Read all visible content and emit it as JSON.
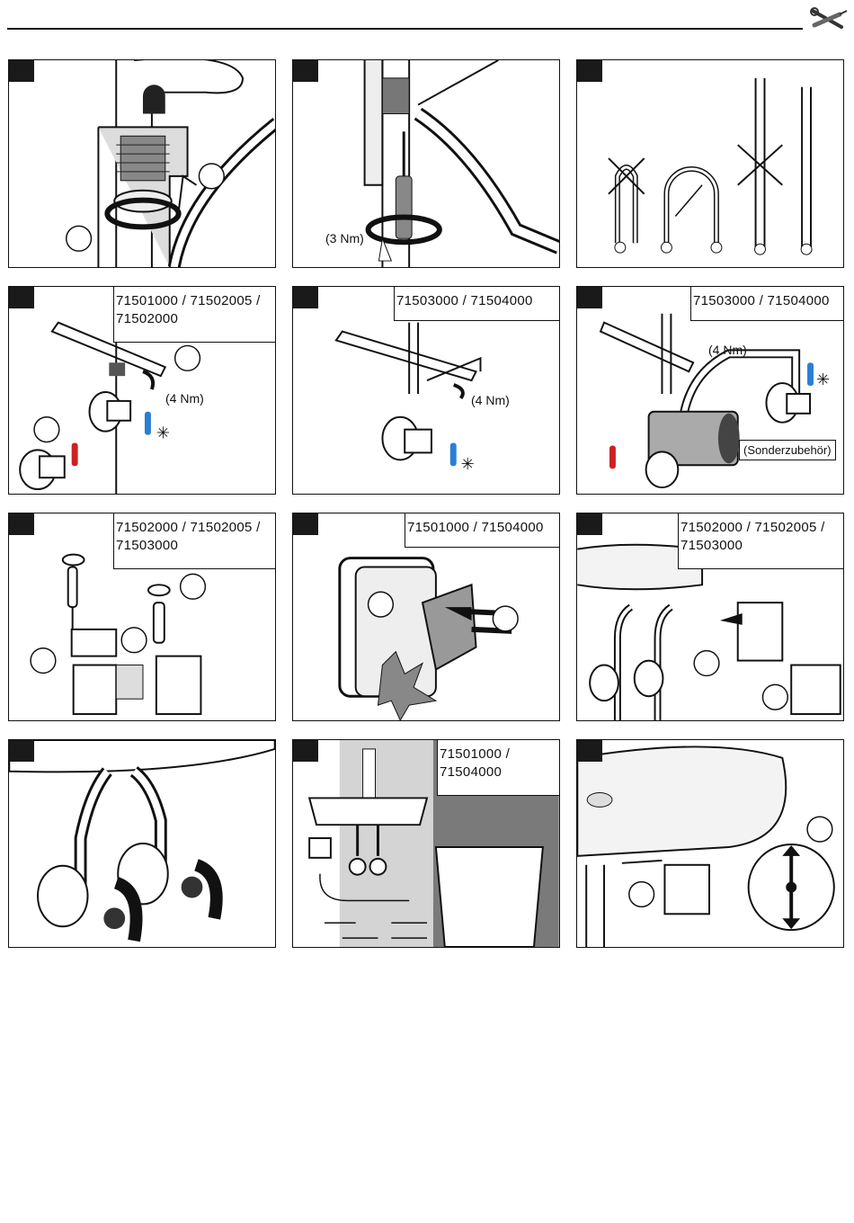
{
  "header": {
    "tools_icon": "wrench-screwdriver-icon"
  },
  "panels": {
    "p2": {
      "torque": "(3 Nm)"
    },
    "p4": {
      "models": "71501000 / 71502005 / 71502000",
      "torque": "(4 Nm)"
    },
    "p5": {
      "models": "71503000 / 71504000",
      "torque": "(4 Nm)"
    },
    "p6": {
      "models": "71503000 / 71504000",
      "torque": "(4 Nm)",
      "note": "(Sonderzubehör)"
    },
    "p7": {
      "models": "71502000 / 71502005 / 71503000"
    },
    "p8": {
      "models": "71501000 / 71504000"
    },
    "p9": {
      "models": "71502000 / 71502005 / 71503000"
    },
    "p11": {
      "models": "71501000 / 71504000"
    }
  },
  "symbols": {
    "hot": "thermometer-hot-icon",
    "cold": "thermometer-cold-icon",
    "frost": "snowflake-icon"
  },
  "colors": {
    "hot": "#cc2222",
    "cold": "#2a7fd4",
    "dark": "#1a1a1a",
    "gray": "#d4d4d4"
  }
}
